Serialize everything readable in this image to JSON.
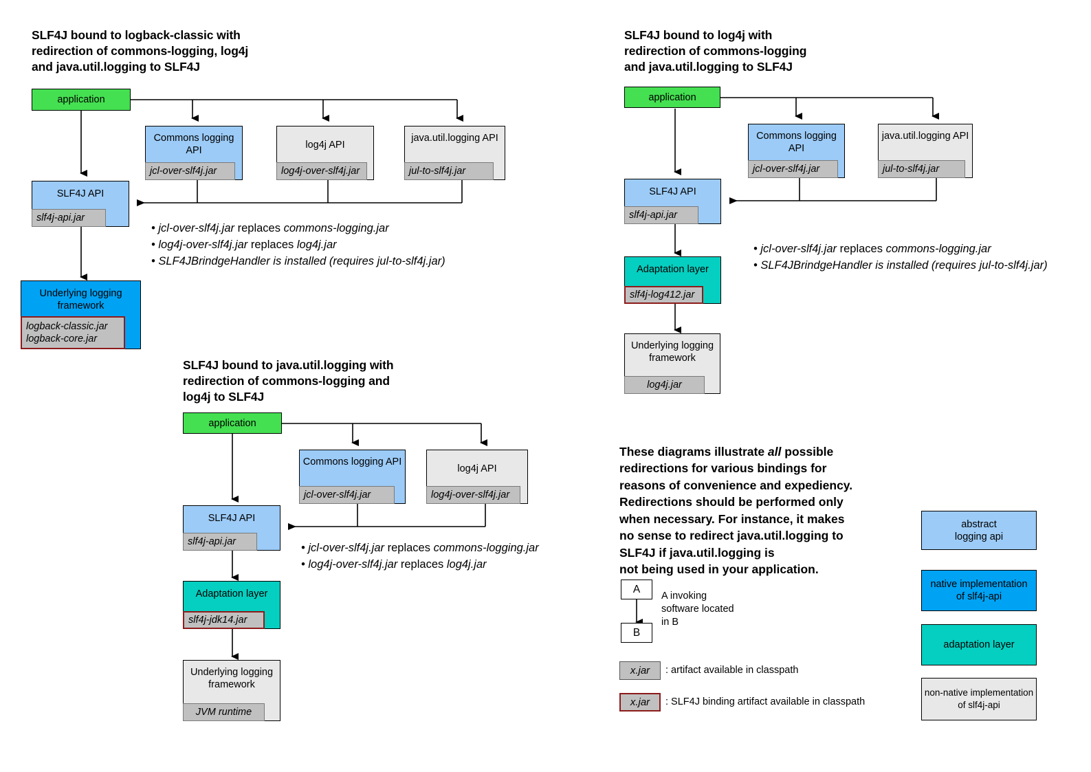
{
  "diagrams": [
    {
      "id": "logback",
      "title": "SLF4J bound to logback-classic with\nredirection of commons-logging, log4j\nand java.util.logging to SLF4J",
      "application": "application",
      "apis": [
        {
          "label": "Commons\nlogging API",
          "jar": "jcl-over-slf4j.jar",
          "kind": "abstract"
        },
        {
          "label": "log4j API",
          "jar": "log4j-over-slf4j.jar",
          "kind": "nonnative"
        },
        {
          "label": "java.util.logging\nAPI",
          "jar": "jul-to-slf4j.jar",
          "kind": "nonnative"
        }
      ],
      "slf4j_api": {
        "label": "SLF4J API",
        "jar": "slf4j-api.jar",
        "kind": "abstract"
      },
      "framework": {
        "label": "Underlying logging\nframework",
        "jar": "logback-classic.jar\nlogback-core.jar",
        "kind": "native",
        "binding": true
      },
      "bullets": [
        {
          "pre": "jcl-over-slf4j.jar",
          "mid": "replaces",
          "post": "commons-logging.jar"
        },
        {
          "pre": "log4j-over-slf4j.jar",
          "mid": "replaces",
          "post": "log4j.jar"
        },
        {
          "pre": "SLF4JBrindgeHandler is installed (requires jul-to-slf4j.jar)",
          "mid": "",
          "post": ""
        }
      ]
    },
    {
      "id": "log4j",
      "title": "SLF4J bound to log4j with\nredirection of commons-logging\nand java.util.logging to SLF4J",
      "application": "application",
      "apis": [
        {
          "label": "Commons\nlogging API",
          "jar": "jcl-over-slf4j.jar",
          "kind": "abstract"
        },
        {
          "label": "java.util.logging\nAPI",
          "jar": "jul-to-slf4j.jar",
          "kind": "nonnative"
        }
      ],
      "slf4j_api": {
        "label": "SLF4J API",
        "jar": "slf4j-api.jar",
        "kind": "abstract"
      },
      "adaptation": {
        "label": "Adaptation layer",
        "jar": "slf4j-log412.jar",
        "kind": "adapt",
        "binding": true
      },
      "framework": {
        "label": "Underlying\nlogging\nframework",
        "jar": "log4j.jar",
        "kind": "nonnative"
      },
      "bullets": [
        {
          "pre": "jcl-over-slf4j.jar",
          "mid": "replaces",
          "post": "commons-logging.jar"
        },
        {
          "pre": "SLF4JBrindgeHandler is installed (requires jul-to-slf4j.jar)",
          "mid": "",
          "post": ""
        }
      ]
    },
    {
      "id": "jul",
      "title": "SLF4J bound to java.util.logging with\nredirection of commons-logging and\nlog4j to SLF4J",
      "application": "application",
      "apis": [
        {
          "label": "Commons\nlogging API",
          "jar": "jcl-over-slf4j.jar",
          "kind": "abstract"
        },
        {
          "label": "log4j API",
          "jar": "log4j-over-slf4j.jar",
          "kind": "nonnative"
        }
      ],
      "slf4j_api": {
        "label": "SLF4J API",
        "jar": "slf4j-api.jar",
        "kind": "abstract"
      },
      "adaptation": {
        "label": "Adaptation layer",
        "jar": "slf4j-jdk14.jar",
        "kind": "adapt",
        "binding": true
      },
      "framework": {
        "label": "Underlying\nlogging\nframework",
        "jar": "JVM runtime",
        "kind": "nonnative"
      },
      "bullets": [
        {
          "pre": "jcl-over-slf4j.jar",
          "mid": "replaces",
          "post": "commons-logging.jar"
        },
        {
          "pre": "log4j-over-slf4j.jar",
          "mid": "replaces",
          "post": "log4j.jar"
        }
      ]
    }
  ],
  "note": {
    "line1": "These diagrams illustrate ",
    "em": "all",
    "line2": " possible\nredirections for various bindings for\nreasons of convenience and expediency.\nRedirections should be performed only\nwhen necessary. For instance, it makes\nno sense to redirect java.util.logging to\nSLF4J if java.util.logging is\nnot being used in your application."
  },
  "legend": {
    "invoke": {
      "a": "A",
      "b": "B",
      "caption": "A invoking\nsoftware located\nin B"
    },
    "jar_plain": {
      "box": "x.jar",
      "caption": ": artifact available in classpath"
    },
    "jar_binding": {
      "box": "x.jar",
      "caption": ": SLF4J binding artifact available in classpath"
    },
    "swatches": [
      {
        "label": "abstract\nlogging api",
        "kind": "abstract"
      },
      {
        "label": "native implementation\nof slf4j-api",
        "kind": "native"
      },
      {
        "label": "adaptation layer",
        "kind": "adapt"
      },
      {
        "label": "non-native implementation\nof slf4j-api",
        "kind": "nonnative"
      }
    ]
  },
  "colors": {
    "green": "#44e051",
    "abstract": "#9ccbf7",
    "native": "#00a2f3",
    "adapt": "#05cfc0",
    "nonnative": "#e8e8e8",
    "jar": "#c0c0c0",
    "binding_border": "#8d1b1b"
  }
}
